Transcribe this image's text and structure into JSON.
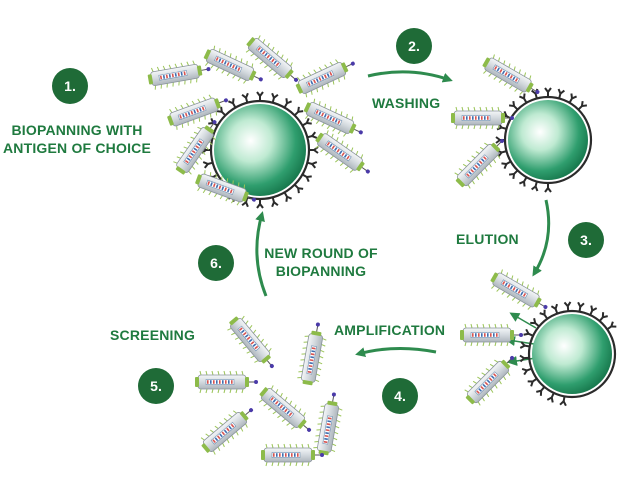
{
  "steps": [
    {
      "number": "1.",
      "label_line1": "BIOPANNING WITH",
      "label_line2": "ANTIGEN OF CHOICE"
    },
    {
      "number": "2.",
      "label": "WASHING"
    },
    {
      "number": "3.",
      "label": "ELUTION"
    },
    {
      "number": "4.",
      "label": "AMPLIFICATION"
    },
    {
      "number": "5.",
      "label": "SCREENING"
    },
    {
      "number": "6.",
      "label_line1": "NEW ROUND OF",
      "label_line2": "BIOPANNING"
    }
  ],
  "colors": {
    "label_green": "#1f7a3f",
    "badge_green": "#1f6b37",
    "arrow_green": "#2e8b4e",
    "bead_green": "#2f9e6e",
    "phage_tail": "#9cc55a"
  }
}
